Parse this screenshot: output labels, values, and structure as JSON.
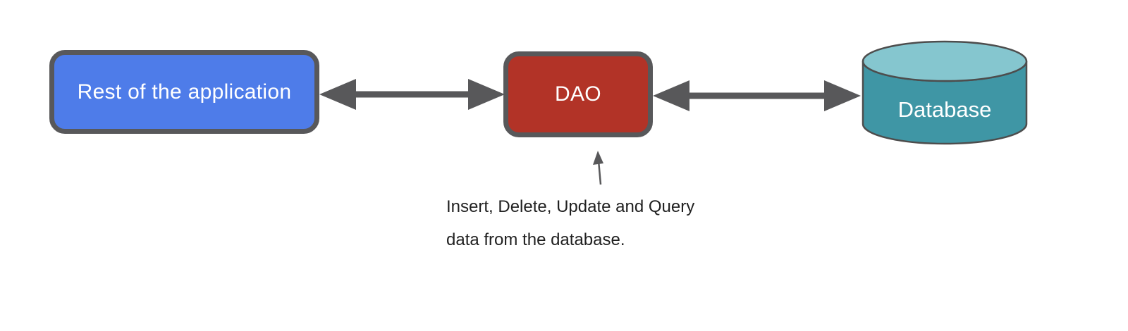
{
  "diagram": {
    "title": "DAO pattern diagram",
    "nodes": {
      "rest_of_application": {
        "label": "Rest of the application",
        "shape": "rounded-rect",
        "fill": "#4e7ce9"
      },
      "dao": {
        "label": "DAO",
        "shape": "rounded-rect",
        "fill": "#b23327"
      },
      "database": {
        "label": "Database",
        "shape": "cylinder",
        "fill": "#3f96a5",
        "top_fill": "#85c6cf"
      }
    },
    "edges": [
      {
        "from": "rest_of_application",
        "to": "dao",
        "type": "double-headed-arrow"
      },
      {
        "from": "dao",
        "to": "database",
        "type": "double-headed-arrow"
      },
      {
        "from": "caption",
        "to": "dao",
        "type": "up-arrow"
      }
    ],
    "caption": {
      "line1": "Insert, Delete, Update and Query",
      "line2": "data from the database."
    },
    "colors": {
      "arrow": "#58585a",
      "node_border": "#58585a",
      "cylinder_stroke": "#4d4d4d",
      "cylinder_body": "#3f96a5",
      "cylinder_top": "#85c6cf",
      "caption_text": "#212121",
      "node_text": "#ffffff"
    }
  }
}
